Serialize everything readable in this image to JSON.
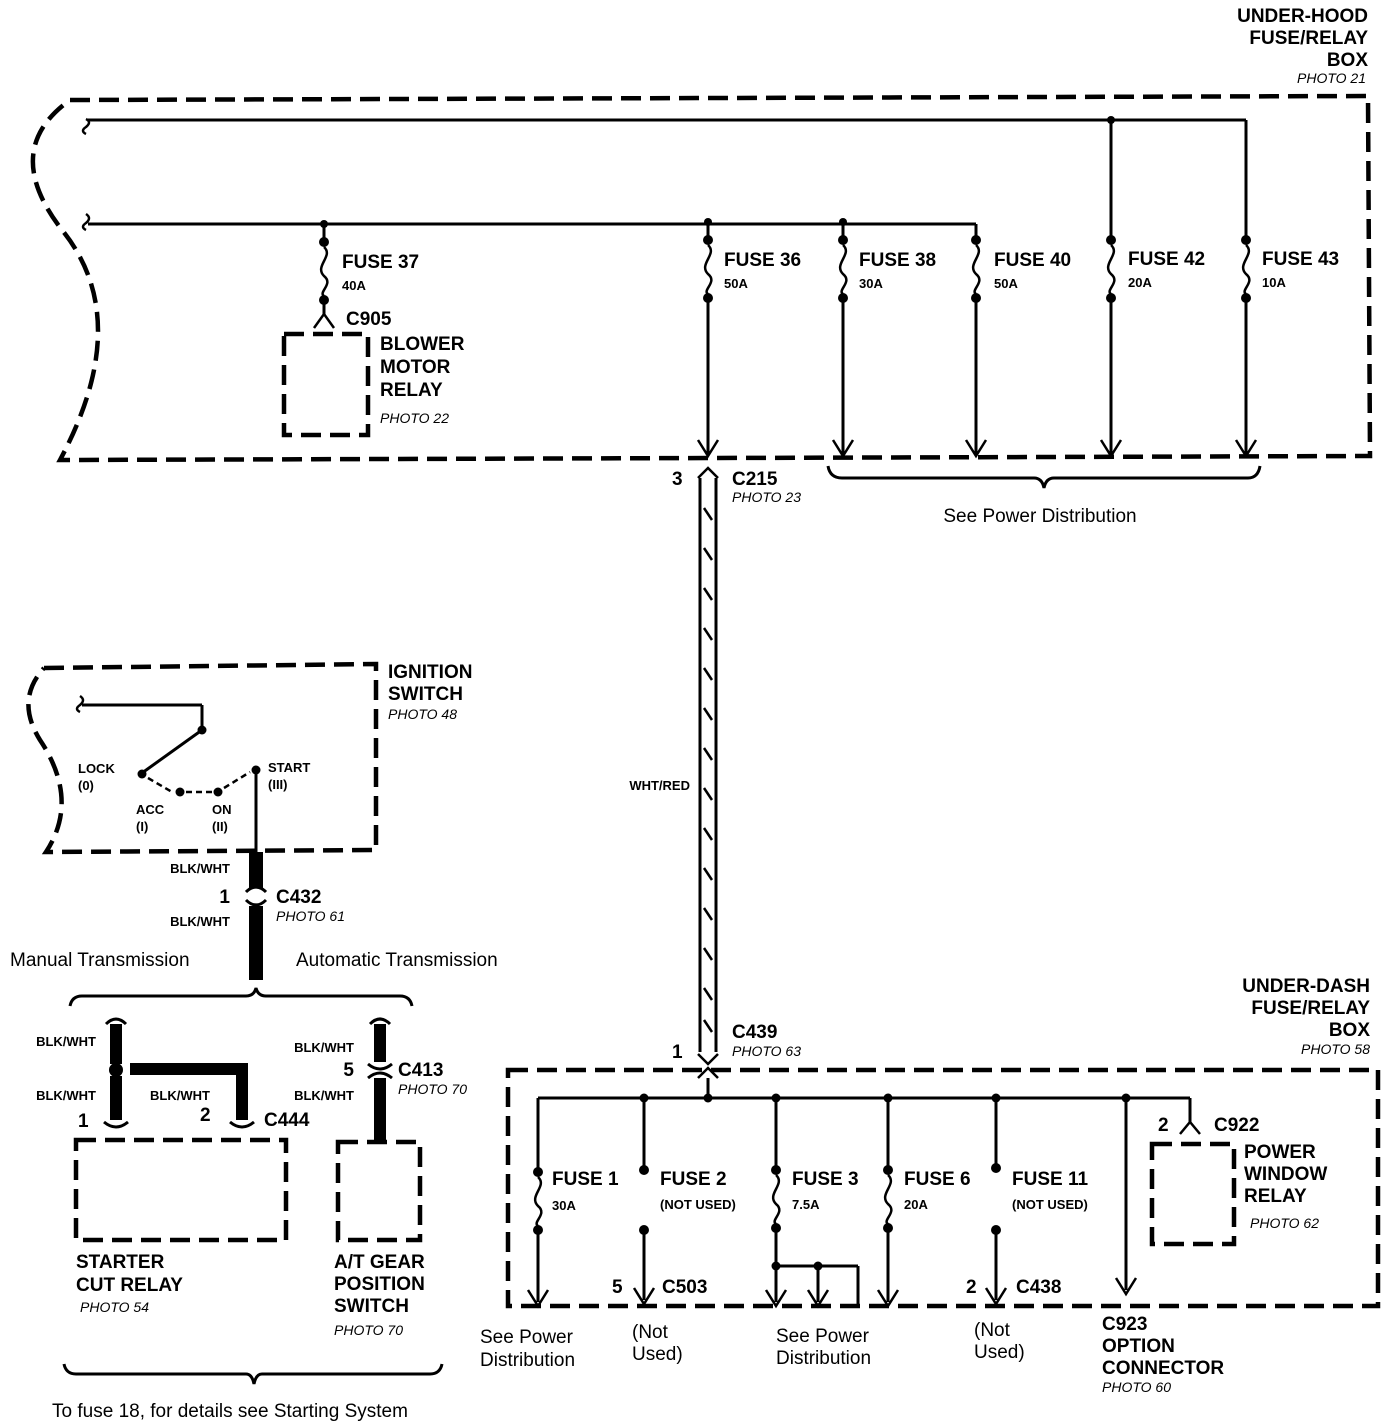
{
  "title_box_underhood": {
    "line1": "UNDER-HOOD",
    "line2": "FUSE/RELAY",
    "line3": "BOX",
    "photo": "PHOTO 21"
  },
  "underhood_fuses": [
    {
      "name": "FUSE 37",
      "rating": "40A"
    },
    {
      "name": "FUSE 36",
      "rating": "50A"
    },
    {
      "name": "FUSE 38",
      "rating": "30A"
    },
    {
      "name": "FUSE 40",
      "rating": "50A"
    },
    {
      "name": "FUSE 42",
      "rating": "20A"
    },
    {
      "name": "FUSE 43",
      "rating": "10A"
    }
  ],
  "blower": {
    "connector": "C905",
    "line1": "BLOWER",
    "line2": "MOTOR",
    "line3": "RELAY",
    "photo": "PHOTO 22"
  },
  "c215": {
    "pin": "3",
    "name": "C215",
    "photo": "PHOTO 23"
  },
  "see_power_top": "See Power Distribution",
  "wire_whtred": "WHT/RED",
  "ignition": {
    "line1": "IGNITION",
    "line2": "SWITCH",
    "photo": "PHOTO 48",
    "lock": "LOCK",
    "lock_n": "(0)",
    "acc": "ACC",
    "acc_n": "(I)",
    "on": "ON",
    "on_n": "(II)",
    "start": "START",
    "start_n": "(III)"
  },
  "c432": {
    "wire_top": "BLK/WHT",
    "pin": "1",
    "name": "C432",
    "wire_bottom": "BLK/WHT",
    "photo": "PHOTO 61"
  },
  "manual_trans": "Manual Transmission",
  "auto_trans": "Automatic Transmission",
  "starter": {
    "wire_a": "BLK/WHT",
    "wire_b": "BLK/WHT",
    "wire_c": "BLK/WHT",
    "pin1": "1",
    "pin2": "2",
    "connector": "C444",
    "line1": "STARTER",
    "line2": "CUT RELAY",
    "photo": "PHOTO 54"
  },
  "atgear": {
    "wire_a": "BLK/WHT",
    "wire_b": "BLK/WHT",
    "pin": "5",
    "connector": "C413",
    "conn_photo": "PHOTO 70",
    "line1": "A/T GEAR",
    "line2": "POSITION",
    "line3": "SWITCH",
    "photo": "PHOTO 70"
  },
  "to_fuse18": "To fuse 18, for details see Starting System",
  "title_box_underdash": {
    "line1": "UNDER-DASH",
    "line2": "FUSE/RELAY",
    "line3": "BOX",
    "photo": "PHOTO 58"
  },
  "c439": {
    "pin": "1",
    "name": "C439",
    "photo": "PHOTO 63"
  },
  "underdash_fuses": [
    {
      "name": "FUSE 1",
      "rating": "30A"
    },
    {
      "name": "FUSE 2",
      "rating": "(NOT USED)"
    },
    {
      "name": "FUSE 3",
      "rating": "7.5A"
    },
    {
      "name": "FUSE 6",
      "rating": "20A"
    },
    {
      "name": "FUSE 11",
      "rating": "(NOT USED)"
    }
  ],
  "power_window": {
    "pin": "2",
    "connector": "C922",
    "line1": "POWER",
    "line2": "WINDOW",
    "line3": "RELAY",
    "photo": "PHOTO 62"
  },
  "c503": {
    "pin": "5",
    "name": "C503"
  },
  "c438": {
    "pin": "2",
    "name": "C438"
  },
  "bottom_labels": {
    "see_power_1a": "See Power",
    "see_power_1b": "Distribution",
    "not_used_1a": "(Not",
    "not_used_1b": "Used)",
    "see_power_2a": "See Power",
    "see_power_2b": "Distribution",
    "not_used_2a": "(Not",
    "not_used_2b": "Used)"
  },
  "c923": {
    "line1": "C923",
    "line2": "OPTION",
    "line3": "CONNECTOR",
    "photo": "PHOTO 60"
  }
}
